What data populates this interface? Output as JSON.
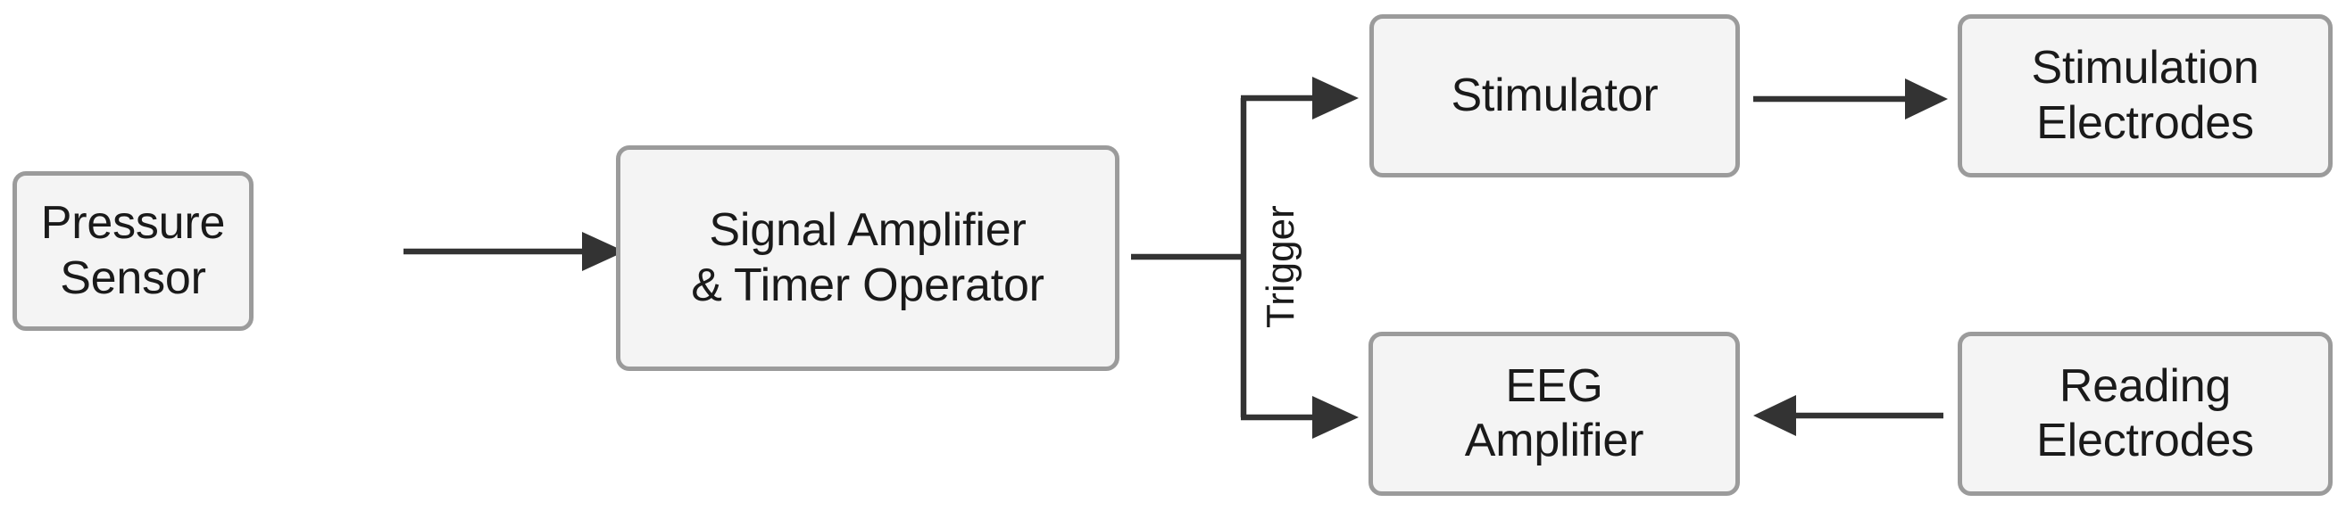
{
  "diagram": {
    "type": "block-flow-diagram",
    "background_color": "#ffffff",
    "node_fill": "#f4f4f4",
    "node_border_color": "#9b9b9b",
    "edge_color": "#333333",
    "text_color": "#1a1a1a",
    "nodes": [
      {
        "id": "pressure-sensor",
        "label": "Pressure\nSensor"
      },
      {
        "id": "signal-amplifier",
        "label": "Signal Amplifier\n& Timer Operator"
      },
      {
        "id": "stimulator",
        "label": "Stimulator"
      },
      {
        "id": "stim-electrodes",
        "label": "Stimulation\nElectrodes"
      },
      {
        "id": "eeg-amplifier",
        "label": "EEG\nAmplifier"
      },
      {
        "id": "read-electrodes",
        "label": "Reading\nElectrodes"
      }
    ],
    "edges": [
      {
        "id": "e1",
        "from": "pressure-sensor",
        "to": "signal-amplifier",
        "label": ""
      },
      {
        "id": "e2",
        "from": "signal-amplifier",
        "to": "stimulator",
        "label": "Trigger"
      },
      {
        "id": "e3",
        "from": "signal-amplifier",
        "to": "eeg-amplifier",
        "label": "Trigger"
      },
      {
        "id": "e4",
        "from": "stimulator",
        "to": "stim-electrodes",
        "label": ""
      },
      {
        "id": "e5",
        "from": "read-electrodes",
        "to": "eeg-amplifier",
        "label": ""
      }
    ],
    "edge_labels": {
      "trigger": "Trigger"
    }
  }
}
